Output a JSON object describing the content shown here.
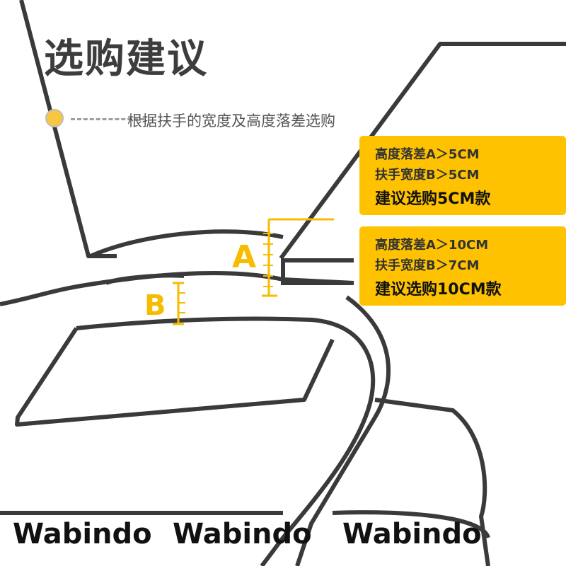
{
  "title": "选购建议",
  "subtitle": "根据扶手的宽度及高度落差选购",
  "cards": [
    {
      "line1": "高度落差A＞5CM",
      "line2": "扶手宽度B＞5CM",
      "line3": "建议选购5CM款"
    },
    {
      "line1": "高度落差A＞10CM",
      "line2": "扶手宽度B＞7CM",
      "line3": "建议选购10CM款"
    }
  ],
  "markers": {
    "a": "A",
    "b": "B"
  },
  "brand": [
    "Wabindo",
    "Wabindo",
    "Wabindo"
  ],
  "colors": {
    "accent": "#fec200",
    "outline": "#3a3a3a",
    "title": "#3d3d3d",
    "dot": "#f9c642"
  }
}
